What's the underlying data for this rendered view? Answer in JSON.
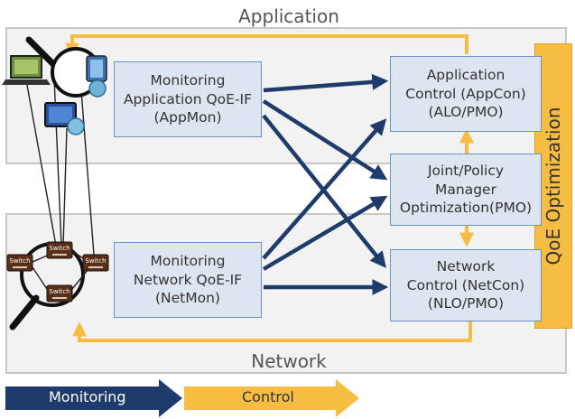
{
  "layers": {
    "application": "Application",
    "network": "Network"
  },
  "boxes": {
    "app_monitor": "Monitoring\nApplication QoE-IF\n(AppMon)",
    "net_monitor": "Monitoring\nNetwork QoE-IF\n(NetMon)",
    "app_control": "Application\nControl (AppCon)\n(ALO/PMO)",
    "joint_manager": "Joint/Policy\nManager\nOptimization(PMO)",
    "net_control": "Network\nControl (NetCon)\n(NLO/PMO)"
  },
  "qoe_optimization": "QoE Optimization",
  "switch_label": "Switch",
  "legend": {
    "monitoring": "Monitoring",
    "control": "Control"
  },
  "colors": {
    "monitoring": "#1f3b6b",
    "control": "#f7bd43",
    "box_fill": "#dde5f1",
    "layer_fill": "#f2f2f2"
  },
  "icons": [
    "magnifier-icon",
    "laptop-icon",
    "tablet-icon",
    "network-switch-icon"
  ]
}
